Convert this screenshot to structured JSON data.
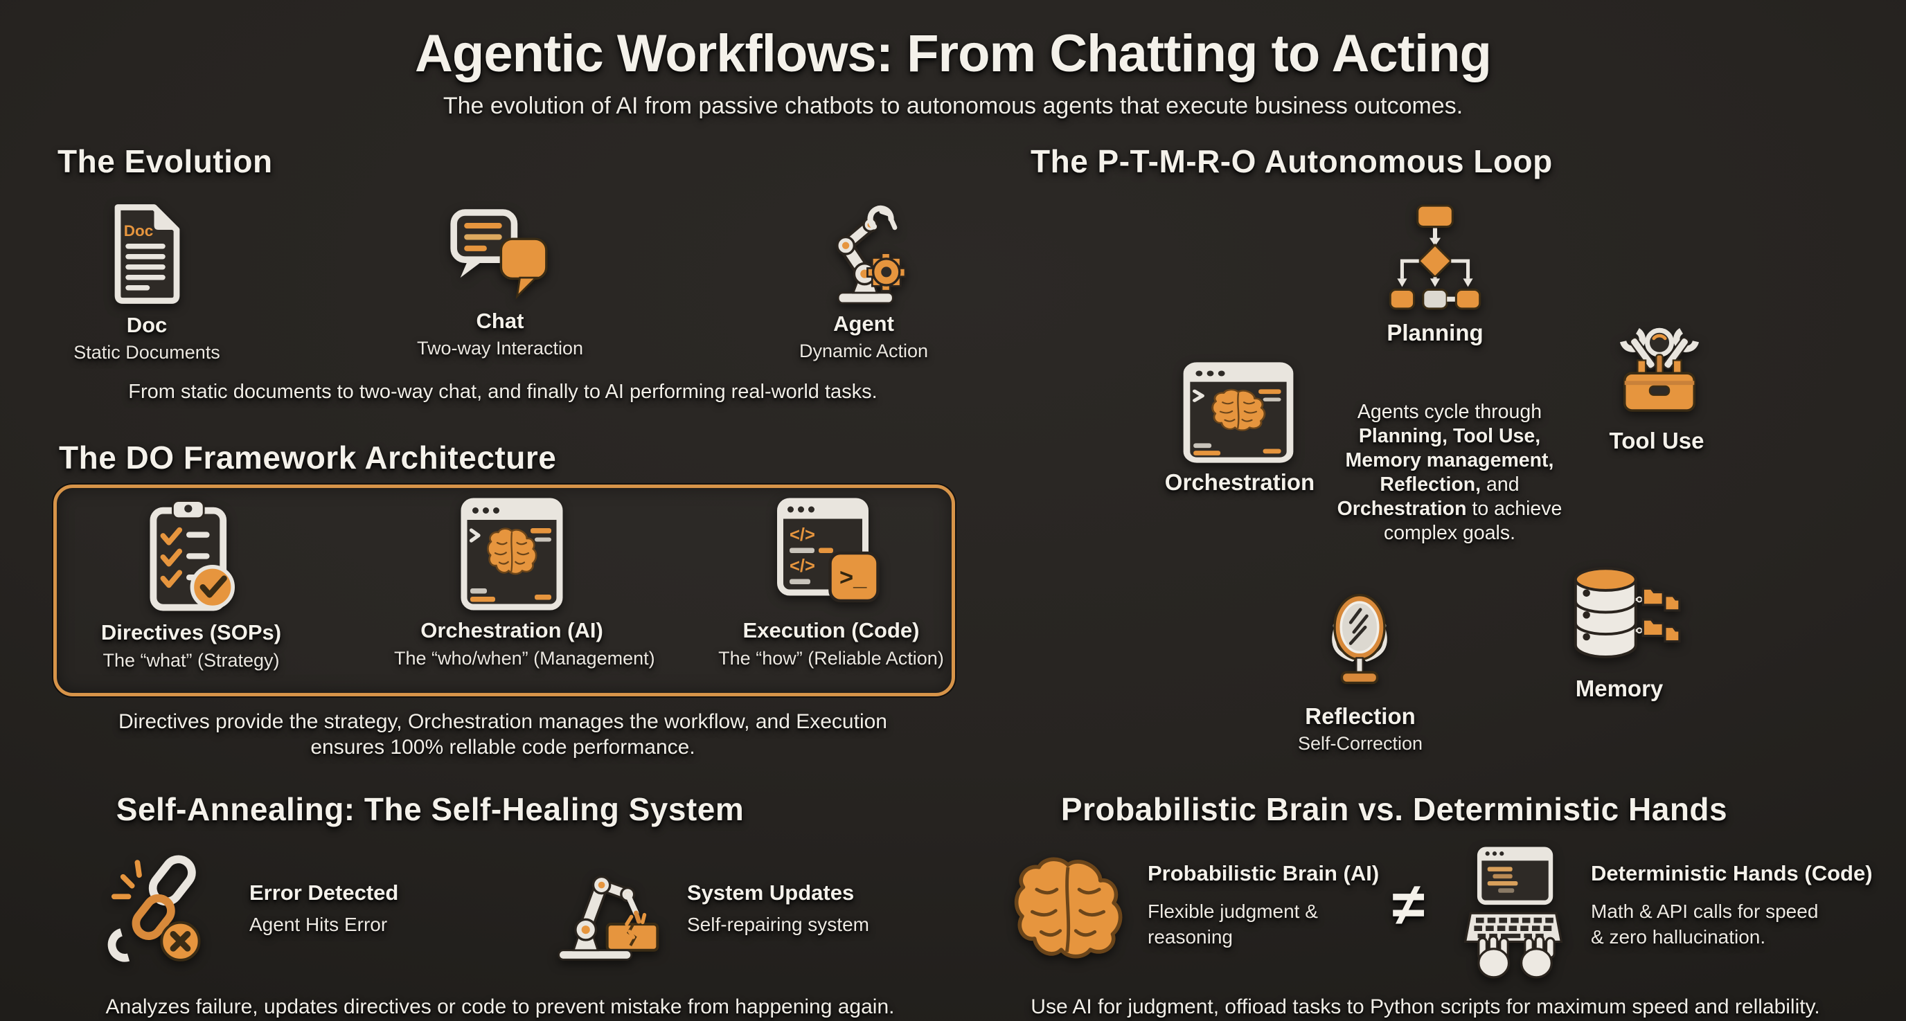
{
  "header": {
    "title": "Agentic Workflows: From Chatting to Acting",
    "subtitle": "The evolution of AI from passive chatbots to autonomous agents that execute business outcomes."
  },
  "colors": {
    "background": "#272421",
    "accent_orange": "#E6953E",
    "deep_orange": "#D8893A",
    "light_gray": "#E9E5DE",
    "text": "#F4F1EA",
    "frame_border": "#D79449"
  },
  "evolution": {
    "heading": "The Evolution",
    "items": [
      {
        "title": "Doc",
        "subtitle": "Static Documents",
        "icon": "document-icon",
        "icon_text": "Doc"
      },
      {
        "title": "Chat",
        "subtitle": "Two-way Interaction",
        "icon": "chat-bubbles-icon"
      },
      {
        "title": "Agent",
        "subtitle": "Dynamic Action",
        "icon": "robot-arm-gear-icon"
      }
    ],
    "caption": "From static documents to two-way chat, and finally to AI performing real-world tasks."
  },
  "do_framework": {
    "heading": "The DO Framework Architecture",
    "items": [
      {
        "title": "Directives (SOPs)",
        "subtitle": "The “what” (Strategy)",
        "icon": "clipboard-check-icon"
      },
      {
        "title": "Orchestration (AI)",
        "subtitle": "The “who/when” (Management)",
        "icon": "browser-brain-icon"
      },
      {
        "title": "Execution (Code)",
        "subtitle": "The “how” (Reliable Action)",
        "icon": "code-terminal-icon"
      }
    ],
    "code_glyph": "</>",
    "terminal_glyph": ">_",
    "caption_line1": "Directives provide the strategy, Orchestration manages the workflow, and Execution",
    "caption_line2": "ensures 100% rellable code performance."
  },
  "self_annealing": {
    "heading": "Self-Annealing: The Self-Healing System",
    "items": [
      {
        "title": "Error Detected",
        "subtitle": "Agent Hits Error",
        "icon": "broken-chain-icon"
      },
      {
        "title": "System Updates",
        "subtitle": "Self-repairing system",
        "icon": "repair-arm-icon"
      }
    ],
    "caption": "Analyzes failure, updates directives or code to prevent mistake from happening again."
  },
  "ptmro": {
    "heading": "The P-T-M-R-O Autonomous Loop",
    "labels": {
      "planning": "Planning",
      "tool_use": "Tool Use",
      "orchestration": "Orchestration",
      "reflection": "Reflection",
      "reflection_sub": "Self-Correction",
      "memory": "Memory"
    },
    "cycle_lines": [
      {
        "b": "",
        "n": "Agents cycle through"
      },
      {
        "b": "Planning, Tool Use,",
        "n": ""
      },
      {
        "b": "Memory management,",
        "n": ""
      },
      {
        "b": "Reflection,",
        "n": " and"
      },
      {
        "b": "Orchestration",
        "n": " to achieve"
      },
      {
        "b": "",
        "n": "complex goals."
      }
    ]
  },
  "brain_vs_hands": {
    "heading": "Probabilistic Brain vs. Deterministic Hands",
    "left": {
      "title": "Probabilistic Brain (AI)",
      "line1": "Flexible judgment &",
      "line2": "reasoning",
      "icon": "brain-icon"
    },
    "comparison_symbol": "≠",
    "right": {
      "title": "Deterministic Hands (Code)",
      "line1": "Math & API calls for speed",
      "line2": "& zero hallucination.",
      "icon": "robot-hands-keyboard-icon"
    },
    "caption": "Use AI for judgment, offioad tasks to Python scripts for maximum speed and rellability."
  }
}
